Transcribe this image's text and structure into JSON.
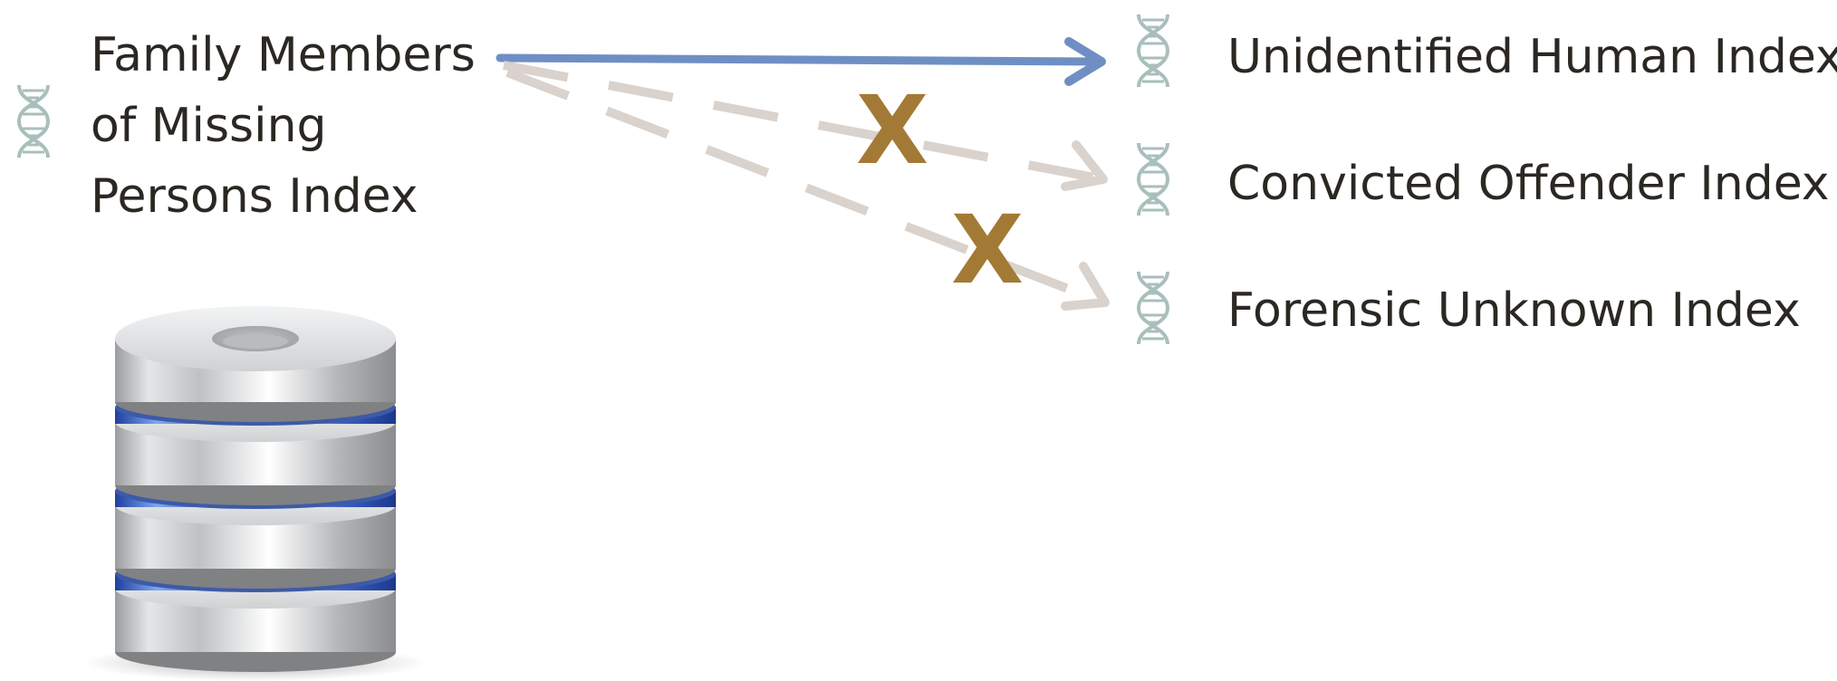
{
  "source": {
    "lines": [
      "Family Members",
      "of Missing",
      "Persons Index"
    ],
    "icon": "dna-icon"
  },
  "targets": [
    {
      "label": "Unidentified Human Index",
      "icon": "dna-icon",
      "link": "allowed"
    },
    {
      "label": "Convicted Offender Index",
      "icon": "dna-icon",
      "link": "blocked"
    },
    {
      "label": "Forensic Unknown Index",
      "icon": "dna-icon",
      "link": "blocked"
    }
  ],
  "blocked_marker": "X",
  "database_icon": "database-icon",
  "colors": {
    "text": "#2b2722",
    "allowed_arrow": "#6f8fc4",
    "blocked_arrow": "#d9d2cd",
    "blocked_marker": "#a37a35",
    "dna": "#a9bfbb"
  }
}
